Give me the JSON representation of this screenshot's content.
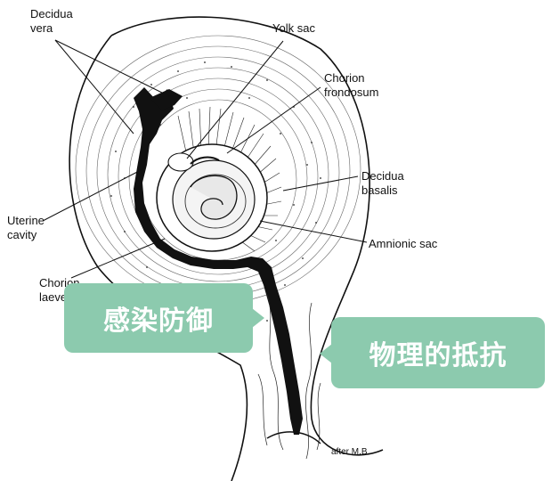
{
  "labels": {
    "decidua_vera": [
      "Decidua",
      "vera"
    ],
    "yolk_sac": "Yolk sac",
    "chorion_frondosum": [
      "Chorion",
      "frondosum"
    ],
    "decidua_basalis": [
      "Decidua",
      "basalis"
    ],
    "uterine_cavity": [
      "Uterine",
      "cavity"
    ],
    "amnionic_sac": "Amnionic sac",
    "chorion_laeve": [
      "Chorion",
      "laeve"
    ],
    "credit": "after M.B."
  },
  "badges": {
    "left": "感染防御",
    "right": "物理的抵抗"
  },
  "colors": {
    "badge_fill": "#8ccaae",
    "badge_text": "#ffffff",
    "ink": "#111111"
  }
}
